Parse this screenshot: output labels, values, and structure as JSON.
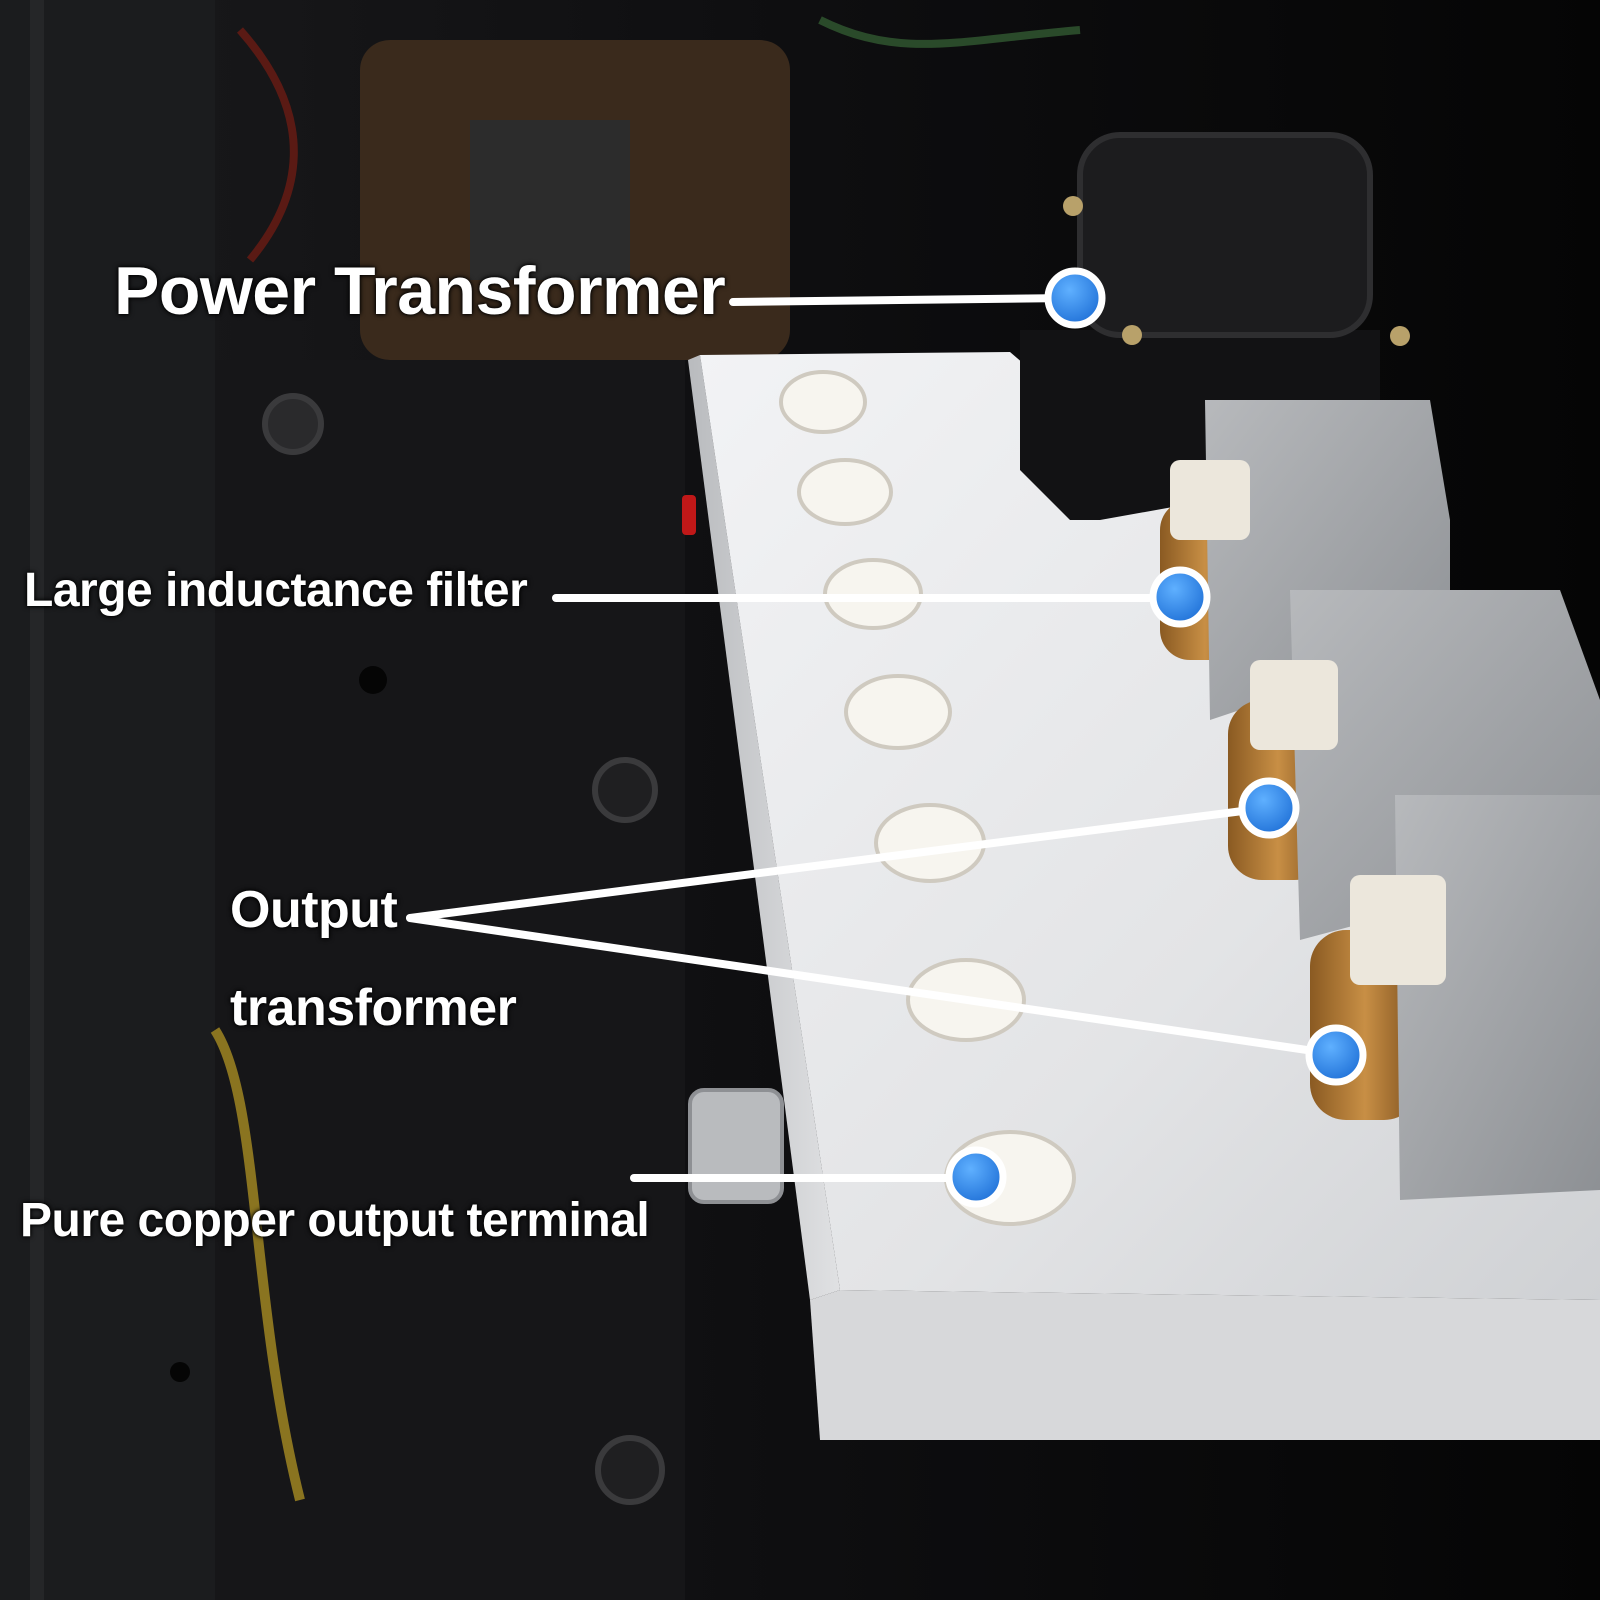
{
  "callouts": {
    "power_transformer": "Power Transformer",
    "inductance_filter": "Large inductance filter",
    "output_transformer_line1": "Output",
    "output_transformer_line2": "transformer",
    "output_terminal": "Pure copper output terminal"
  },
  "colors": {
    "background": "#0b0b0c",
    "chassis": "#e6e7e9",
    "marker_fill": "#2f86ea",
    "marker_ring": "#ffffff",
    "leader_line": "#ffffff",
    "label_text": "#ffffff"
  }
}
